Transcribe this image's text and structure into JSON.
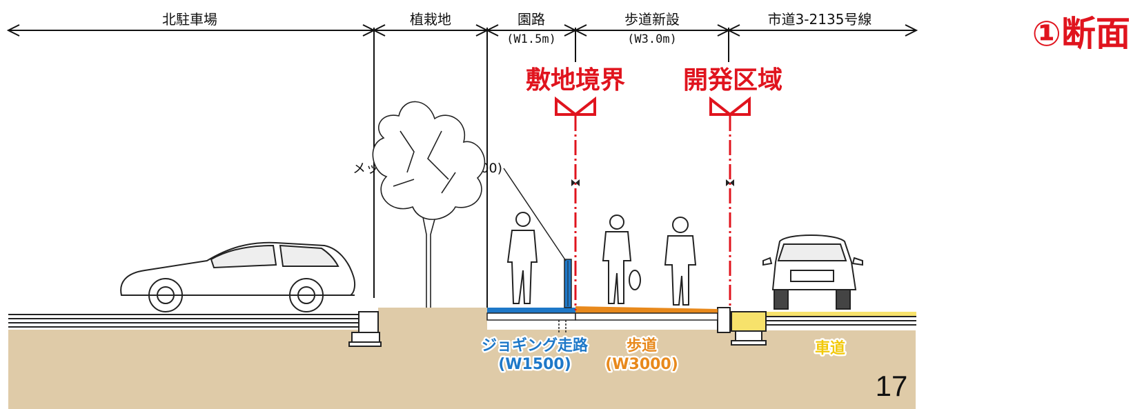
{
  "title": "①断面",
  "page_number": "17",
  "dimensions": {
    "north_parking": "北駐車場",
    "planting": "植栽地",
    "garden_path": {
      "label": "園路",
      "width": "(W1.5m)"
    },
    "new_sidewalk": {
      "label": "歩道新設",
      "width": "(W3.0m)"
    },
    "city_road": "市道3-2135号線"
  },
  "boundaries": {
    "site_boundary": "敷地境界",
    "development_area": "開発区域"
  },
  "annotations": {
    "mesh_fence": "メッシュフェンス(H900)"
  },
  "surfaces": {
    "jogging_path": {
      "label": "ジョギング走路",
      "width": "(W1500)",
      "color": "#1e78c8"
    },
    "sidewalk": {
      "label": "歩道",
      "width": "(W3000)",
      "color": "#e8891c"
    },
    "roadway": {
      "label": "車道",
      "color": "#f2c90c"
    }
  },
  "colors": {
    "accent_red": "#e0141e",
    "soil": "#dfcba8"
  }
}
